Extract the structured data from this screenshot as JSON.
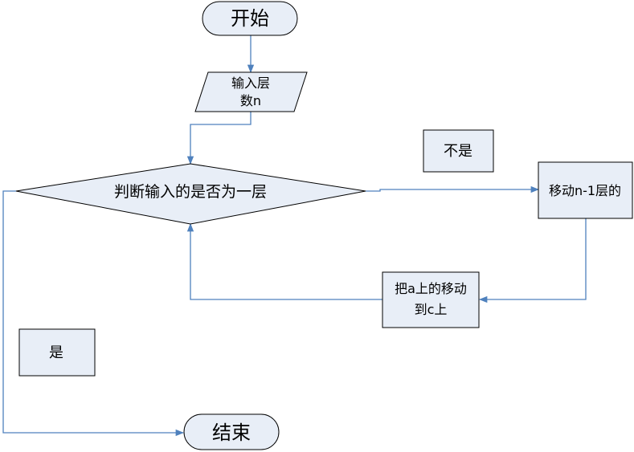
{
  "nodes": {
    "start": "开始",
    "input_line1": "输入层",
    "input_line2": "数n",
    "decision": "判断输入的是否为一层",
    "no_label": "不是",
    "move_step_1": "移动n-1层的",
    "move_step_2_line1": "把a上的移动",
    "move_step_2_line2": "到c上",
    "yes_label": "是",
    "end": "结束"
  },
  "colors": {
    "node_fill": "#e8eef7",
    "node_stroke": "#000000",
    "connector": "#4f81bd"
  }
}
